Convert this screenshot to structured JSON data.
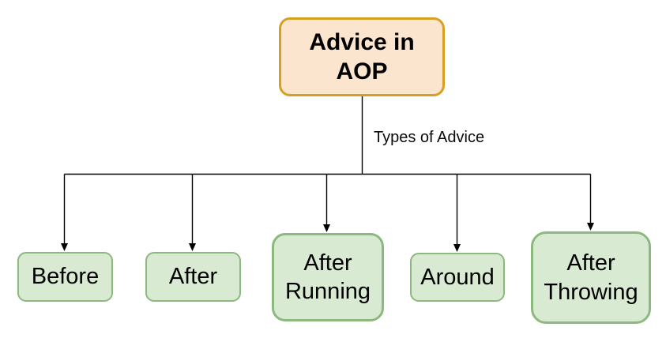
{
  "root": {
    "label": "Advice in AOP"
  },
  "edge_label": "Types of Advice",
  "children": [
    {
      "label": "Before"
    },
    {
      "label": "After"
    },
    {
      "label": "After Running"
    },
    {
      "label": "Around"
    },
    {
      "label": "After Throwing"
    }
  ],
  "colors": {
    "root_fill": "#fce5ce",
    "root_border": "#d7a023",
    "child_fill": "#d9ead3",
    "child_border": "#8cb97d",
    "line": "#000000"
  }
}
